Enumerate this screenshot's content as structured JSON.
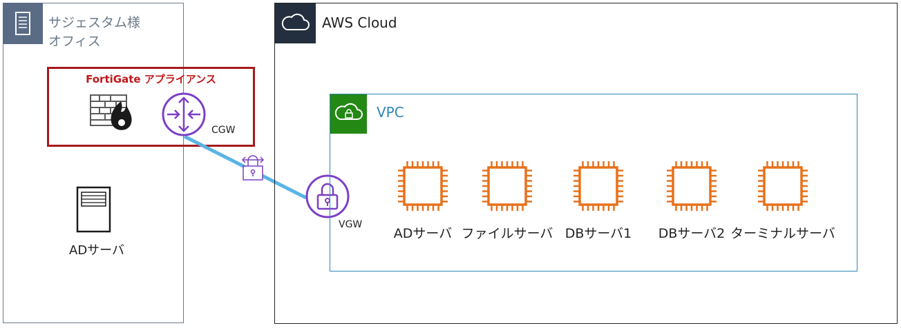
{
  "office": {
    "title": "サジェスタム様\nオフィス",
    "ad_server_label": "ADサーバ",
    "icon": "office-building-icon"
  },
  "appliance": {
    "title": "FortiGate アプライアンス",
    "cgw_label": "CGW",
    "firewall_icon": "firewall-icon",
    "router_icon": "router-icon"
  },
  "aws": {
    "title": "AWS Cloud",
    "icon": "cloud-icon"
  },
  "vpc": {
    "title": "VPC",
    "icon": "vpc-cloud-lock-icon",
    "vgw_label": "VGW",
    "instances": [
      {
        "label": "ADサーバ"
      },
      {
        "label": "ファイルサーバ"
      },
      {
        "label": "DBサーバ1"
      },
      {
        "label": "DBサーバ2"
      },
      {
        "label": "ターミナルサーバ"
      }
    ]
  },
  "colors": {
    "office_border": "#6b7a8a",
    "appliance_border": "#a5191c",
    "aws_header": "#232f3e",
    "vpc_border": "#2e85b8",
    "vpc_header": "#248814",
    "ec2_orange": "#e7711b",
    "network_purple": "#7b3fc4",
    "vpn_line": "#5ab4e5"
  }
}
